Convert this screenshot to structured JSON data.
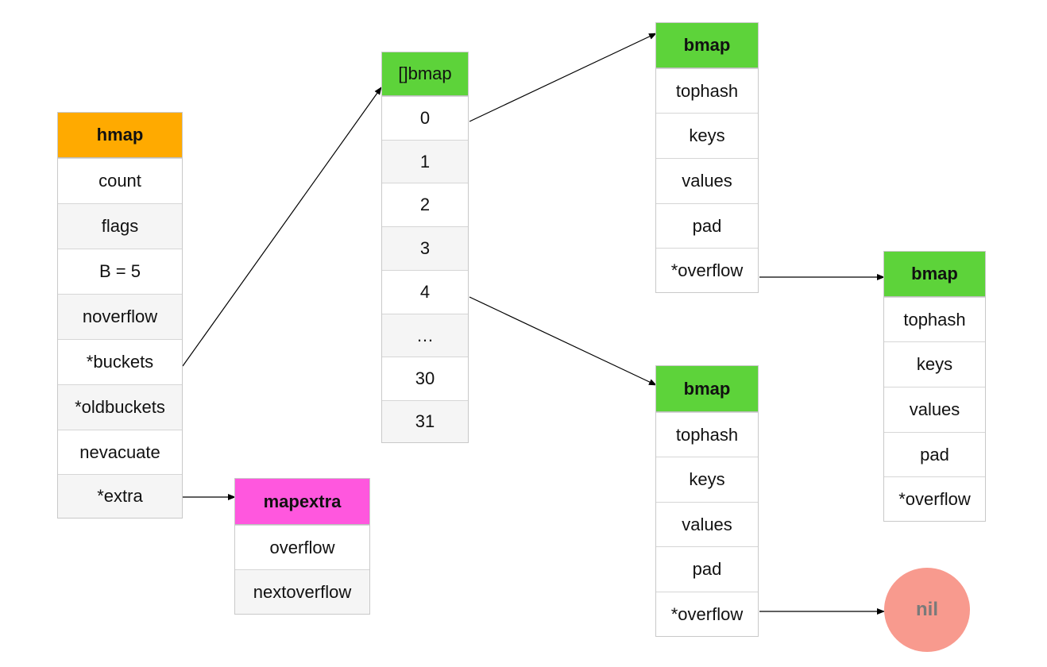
{
  "colors": {
    "hmap_header": "#FFAA00",
    "bmap_header": "#5DD33A",
    "mapextra_header": "#FF57DE",
    "nil_fill": "#F89A8E",
    "row_white": "#FFFFFF",
    "row_gray": "#F5F5F5"
  },
  "hmap": {
    "title": "hmap",
    "fields": [
      "count",
      "flags",
      "B = 5",
      "noverflow",
      "*buckets",
      "*oldbuckets",
      "nevacuate",
      "*extra"
    ]
  },
  "mapextra": {
    "title": "mapextra",
    "fields": [
      "overflow",
      "nextoverflow"
    ]
  },
  "buckets_array": {
    "title": "[]bmap",
    "items": [
      "0",
      "1",
      "2",
      "3",
      "4",
      "…",
      "30",
      "31"
    ]
  },
  "bmap_top": {
    "title": "bmap",
    "fields": [
      "tophash",
      "keys",
      "values",
      "pad",
      "*overflow"
    ]
  },
  "bmap_bottom": {
    "title": "bmap",
    "fields": [
      "tophash",
      "keys",
      "values",
      "pad",
      "*overflow"
    ]
  },
  "bmap_overflow": {
    "title": "bmap",
    "fields": [
      "tophash",
      "keys",
      "values",
      "pad",
      "*overflow"
    ]
  },
  "nil_label": "nil"
}
